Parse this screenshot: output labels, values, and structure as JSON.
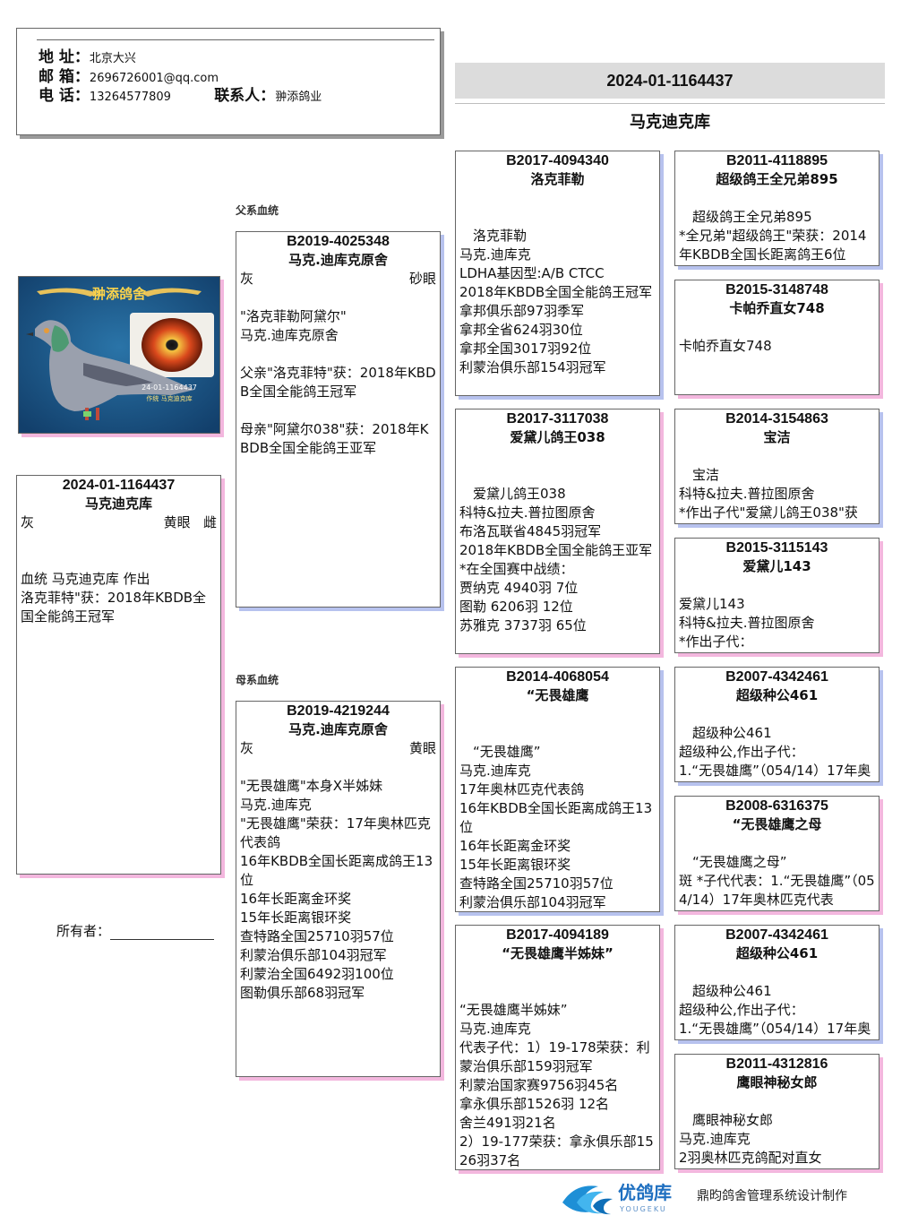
{
  "contact": {
    "address_label": "地 址：",
    "address": "北京大兴",
    "email_label": "邮 箱：",
    "email": "2696726001@qq.com",
    "phone_label": "电 话：",
    "phone": "13264577809",
    "contact_label": "联系人：",
    "contact": "翀添鸽业"
  },
  "header": {
    "ring": "2024-01-1164437",
    "name": "马克迪克库"
  },
  "labels": {
    "sire_line": "父系血统",
    "dam_line": "母系血统",
    "owner": "所有者："
  },
  "photo": {
    "loft_title": "翀添鸽舍",
    "ring_caption": "24-01-1164437",
    "sub_caption": "作统 马克迪克库"
  },
  "subject": {
    "ring": "2024-01-1164437",
    "name": "马克迪克库",
    "color": "灰",
    "eye": "黄眼",
    "sex": "雌",
    "lines": [
      "血统 马克迪克库 作出",
      "洛克菲特\"获：2018年KBDB全国全能鸽王冠军"
    ]
  },
  "sire": {
    "ring": "B2019-4025348",
    "name": "马克.迪库克原舍",
    "color": "灰",
    "eye": "砂眼",
    "lines": [
      "\"洛克菲勒阿黛尔\"",
      "马克.迪库克原舍",
      "",
      "父亲\"洛克菲特\"获：2018年KBDB全国全能鸽王冠军",
      "",
      "母亲\"阿黛尔038\"获：2018年KBDB全国全能鸽王亚军"
    ]
  },
  "dam": {
    "ring": "B2019-4219244",
    "name": "马克.迪库克原舍",
    "color": "灰",
    "eye": "黄眼",
    "lines": [
      "\"无畏雄鹰\"本身X半姊妹",
      "马克.迪库克",
      "\"无畏雄鹰\"荣获：17年奥林匹克代表鸽",
      "16年KBDB全国长距离成鸽王13位",
      "16年长距离金环奖",
      "15年长距离银环奖",
      "查特路全国25710羽57位",
      "利蒙治俱乐部104羽冠军",
      "利蒙治全国6492羽100位",
      "图勒俱乐部68羽冠军"
    ]
  },
  "gen3": [
    {
      "ring": "B2017-4094340",
      "name": "洛克菲勒",
      "lead": "洛克菲勒",
      "lines": [
        "马克.迪库克",
        "LDHA基因型:A/B CTCC",
        "2018年KBDB全国全能鸽王冠军",
        "拿邦俱乐部97羽季军",
        "拿邦全省624羽30位",
        "拿邦全国3017羽92位",
        "利蒙治俱乐部154羽冠军"
      ]
    },
    {
      "ring": "B2017-3117038",
      "name": "爱黛儿鸽王038",
      "lead": "爱黛儿鸽王038",
      "lines": [
        "科特&拉夫.普拉图原舍",
        "布洛瓦联省4845羽冠军",
        "2018年KBDB全国全能鸽王亚军",
        "*在全国赛中战绩：",
        "贾纳克 4940羽 7位",
        "图勒 6206羽 12位",
        "苏雅克 3737羽 65位"
      ]
    },
    {
      "ring": "B2014-4068054",
      "name": "“无畏雄鹰",
      "lead": "“无畏雄鹰”",
      "lines": [
        "马克.迪库克",
        "17年奥林匹克代表鸽",
        "16年KBDB全国长距离成鸽王13位",
        "16年长距离金环奖",
        "15年长距离银环奖",
        "查特路全国25710羽57位",
        "利蒙治俱乐部104羽冠军"
      ]
    },
    {
      "ring": "B2017-4094189",
      "name": "“无畏雄鹰半姊妹”",
      "lead": "“无畏雄鹰半姊妹”",
      "lines": [
        "马克.迪库克",
        "代表子代：1）19-178荣获：利蒙治俱乐部159羽冠军",
        "利蒙治国家赛9756羽45名",
        "拿永俱乐部1526羽 12名",
        "舍兰491羽21名",
        "2）19-177荣获：拿永俱乐部1526羽37名"
      ]
    }
  ],
  "gen4": [
    {
      "ring": "B2011-4118895",
      "name": "超级鸽王全兄弟895",
      "lead": "超级鸽王全兄弟895",
      "lines": [
        "*全兄弟\"超级鸽王\"荣获：2014年KBDB全国长距离鸽王6位"
      ]
    },
    {
      "ring": "B2015-3148748",
      "name": "卡帕乔直女748",
      "lead": "卡帕乔直女748",
      "lines": []
    },
    {
      "ring": "B2014-3154863",
      "name": "宝洁",
      "lead": "宝洁",
      "lines": [
        "科特&拉夫.普拉图原舍",
        "*作出子代\"爱黛儿鸽王038\"获"
      ]
    },
    {
      "ring": "B2015-3115143",
      "name": "爱黛儿143",
      "lead": "爱黛儿143",
      "lines": [
        "科特&拉夫.普拉图原舍",
        "*作出子代："
      ]
    },
    {
      "ring": "B2007-4342461",
      "name": "超级种公461",
      "lead": "超级种公461",
      "lines": [
        "超级种公,作出子代：",
        "1.“无畏雄鹰”（054/14）17年奥"
      ]
    },
    {
      "ring": "B2008-6316375",
      "name": "“无畏雄鹰之母",
      "lead": "“无畏雄鹰之母”",
      "lines": [
        "斑 *子代代表：1.“无畏雄鹰”（054/14）17年奥林匹克代表"
      ]
    },
    {
      "ring": "B2007-4342461",
      "name": "超级种公461",
      "lead": "超级种公461",
      "lines": [
        "超级种公,作出子代：",
        "1.“无畏雄鹰”（054/14）17年奥"
      ]
    },
    {
      "ring": "B2011-4312816",
      "name": "鹰眼神秘女郎",
      "lead": "鹰眼神秘女郎",
      "lines": [
        "马克.迪库克",
        "2羽奥林匹克鸽配对直女"
      ]
    }
  ],
  "footer": {
    "brand": "优鸽库",
    "brand_en": "YOUGEKU",
    "credit": "鼎昀鸽舍管理系统设计制作"
  }
}
